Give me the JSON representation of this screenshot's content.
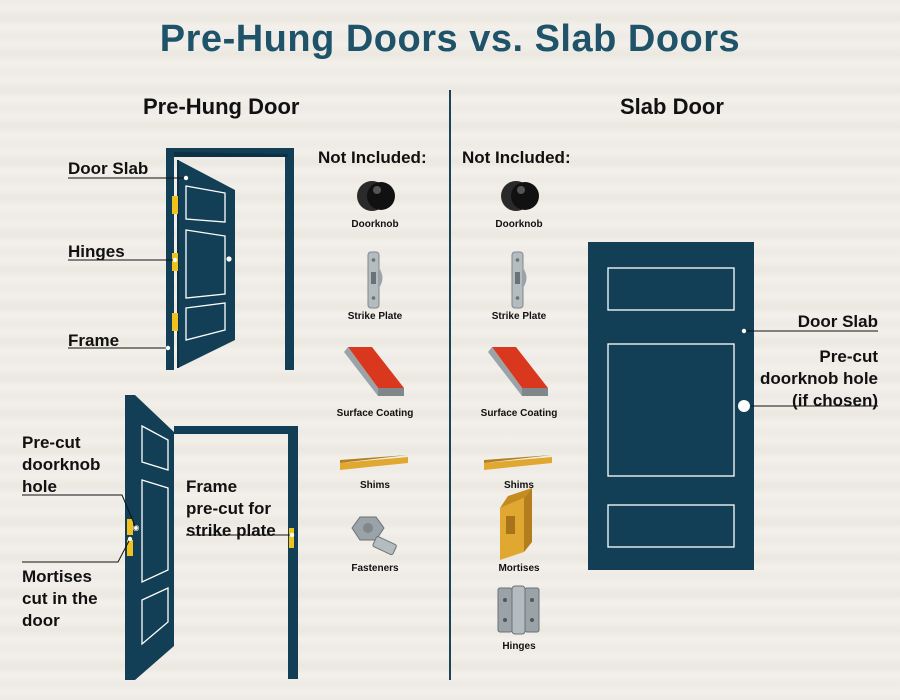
{
  "title": "Pre-Hung Doors vs. Slab Doors",
  "left": {
    "heading": "Pre-Hung Door",
    "labels": {
      "door_slab": "Door Slab",
      "hinges": "Hinges",
      "frame": "Frame",
      "precut_knob_1": "Pre-cut",
      "precut_knob_2": "doorknob",
      "precut_knob_3": "hole",
      "mortises_1": "Mortises",
      "mortises_2": "cut in the",
      "mortises_3": "door",
      "frame_precut_1": "Frame",
      "frame_precut_2": "pre-cut for",
      "frame_precut_3": "strike plate"
    },
    "not_included": {
      "heading": "Not Included:",
      "items": [
        "Doorknob",
        "Strike Plate",
        "Surface Coating",
        "Shims",
        "Fasteners"
      ]
    }
  },
  "right": {
    "heading": "Slab Door",
    "labels": {
      "door_slab": "Door Slab",
      "precut_1": "Pre-cut",
      "precut_2": "doorknob hole",
      "precut_3": "(if chosen)"
    },
    "not_included": {
      "heading": "Not Included:",
      "items": [
        "Doorknob",
        "Strike Plate",
        "Surface Coating",
        "Shims",
        "Mortises",
        "Hinges"
      ]
    }
  },
  "colors": {
    "title": "#1e5369",
    "door": "#123f55",
    "hinge": "#f0c21d",
    "coating": "#d9381e",
    "shim": "#e0a830",
    "metal": "#9aa3a8"
  }
}
